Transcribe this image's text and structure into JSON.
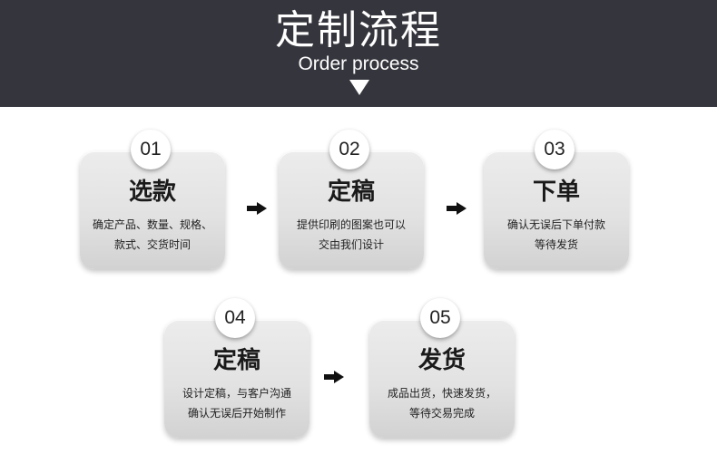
{
  "header": {
    "title": "定制流程",
    "subtitle": "Order process",
    "background_color": "#35353d",
    "arrow_icon": "triangle-down-icon"
  },
  "steps": [
    {
      "number": "01",
      "title": "选款",
      "desc_line1": "确定产品、数量、规格、",
      "desc_line2": "款式、交货时间"
    },
    {
      "number": "02",
      "title": "定稿",
      "desc_line1": "提供印刷的图案也可以",
      "desc_line2": "交由我们设计"
    },
    {
      "number": "03",
      "title": "下单",
      "desc_line1": "确认无误后下单付款",
      "desc_line2": "等待发货"
    },
    {
      "number": "04",
      "title": "定稿",
      "desc_line1": "设计定稿，与客户沟通",
      "desc_line2": "确认无误后开始制作"
    },
    {
      "number": "05",
      "title": "发货",
      "desc_line1": "成品出货，快速发货，",
      "desc_line2": "等待交易完成"
    }
  ],
  "connector_icon": "arrow-right-icon",
  "colors": {
    "card_top": "#ececec",
    "card_bottom": "#d2d2d2",
    "text": "#1a1a1a",
    "badge_bg": "#ffffff"
  }
}
